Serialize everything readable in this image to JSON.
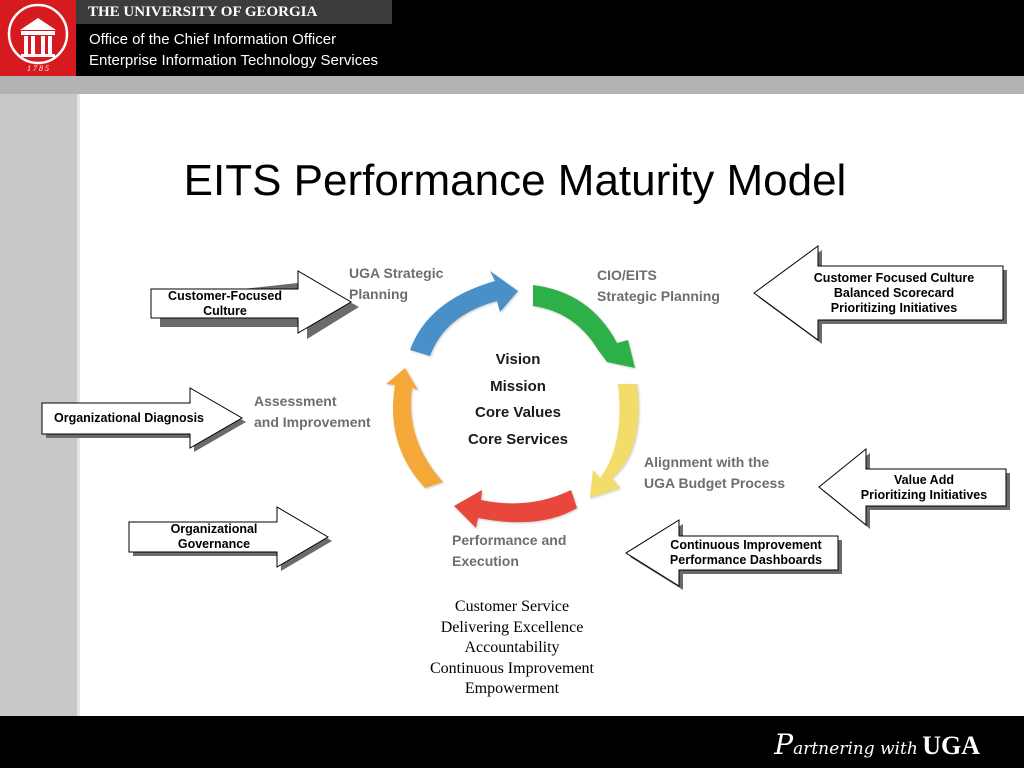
{
  "header": {
    "university": "THE UNIVERSITY OF GEORGIA",
    "office": "Office of the Chief Information Officer",
    "department": "Enterprise Information Technology Services",
    "logo_year": "1 7 8 5",
    "brand_color": "#d71920"
  },
  "title": "EITS Performance Maturity Model",
  "cycle": {
    "stages": [
      {
        "line1": "UGA Strategic",
        "line2": "Planning",
        "color": "#4a90c8"
      },
      {
        "line1": "CIO/EITS",
        "line2": "Strategic Planning",
        "color": "#2fb04a"
      },
      {
        "line1": "Alignment with the",
        "line2": "UGA Budget Process",
        "color": "#f2dc6a"
      },
      {
        "line1": "Performance and",
        "line2": "Execution",
        "color": "#e8473a"
      },
      {
        "line1": "Assessment",
        "line2": "and Improvement",
        "color": "#f4a838"
      }
    ],
    "core": [
      "Vision",
      "Mission",
      "Core Values",
      "Core Services"
    ]
  },
  "inputs_left": [
    {
      "lines": [
        "Customer-Focused",
        "Culture"
      ]
    },
    {
      "lines": [
        "Organizational Diagnosis"
      ]
    },
    {
      "lines": [
        "Organizational",
        "Governance"
      ]
    }
  ],
  "inputs_right": [
    {
      "lines": [
        "Customer Focused Culture",
        "Balanced Scorecard",
        "Prioritizing Initiatives"
      ]
    },
    {
      "lines": [
        "Value Add",
        "Prioritizing Initiatives"
      ]
    },
    {
      "lines": [
        "Continuous Improvement",
        "Performance Dashboards"
      ]
    }
  ],
  "values": [
    "Customer Service",
    "Delivering Excellence",
    "Accountability",
    "Continuous Improvement",
    "Empowerment"
  ],
  "footer": {
    "script_cap": "P",
    "script_rest": "artnering with",
    "brand": "UGA"
  }
}
